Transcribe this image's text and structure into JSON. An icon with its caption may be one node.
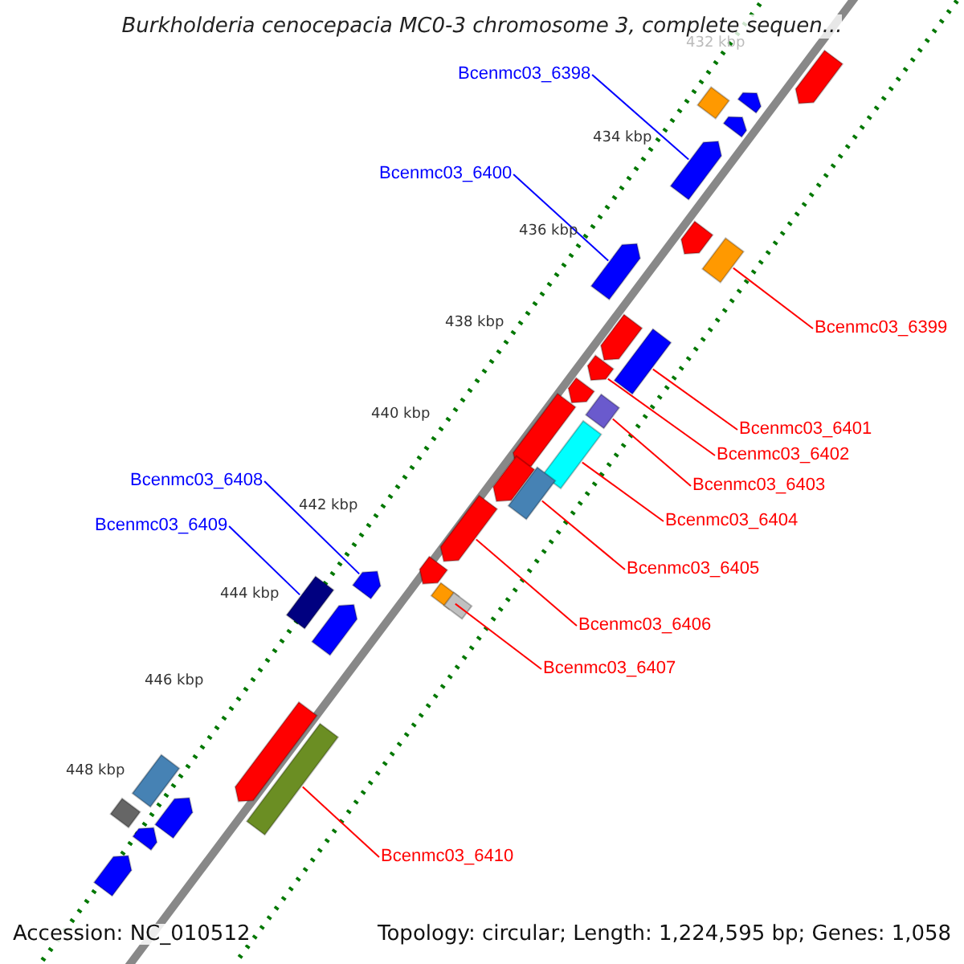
{
  "diagram": {
    "title": "Burkholderia cenocepacia MC0-3 chromosome 3, complete sequen...",
    "nodes": [
      {
        "text": [
          "Bcenmc03_6398"
        ]
      },
      {
        "text": [
          "Bcenmc03_6400"
        ]
      },
      {
        "text": [
          "Bcenmc03_6399"
        ]
      },
      {
        "text": [
          "Bcenmc03_6401"
        ]
      },
      {
        "text": [
          "Bcenmc03_6402"
        ]
      },
      {
        "text": [
          "Bcenmc03_6403"
        ]
      },
      {
        "text": [
          "Bcenmc03_6404"
        ]
      },
      {
        "text": [
          "Bcenmc03_6405"
        ]
      },
      {
        "text": [
          "Bcenmc03_6406"
        ]
      },
      {
        "text": [
          "Bcenmc03_6407"
        ]
      },
      {
        "text": [
          "Bcenmc03_6408"
        ]
      },
      {
        "text": [
          "Bcenmc03_6409"
        ]
      },
      {
        "text": [
          "Bcenmc03_6410"
        ]
      },
      {
        "text": [],
        "shape": "bar"
      },
      {
        "text": [],
        "shape": "bar"
      },
      {
        "text": [],
        "shape": "bar"
      },
      {
        "text": [],
        "shape": "bar"
      },
      {
        "text": [],
        "shape": "bar"
      },
      {
        "text": [],
        "shape": "bar"
      },
      {
        "text": [],
        "shape": "bar"
      },
      {
        "text": [],
        "shape": "bar"
      },
      {
        "text": [],
        "shape": "bar"
      },
      {
        "text": [],
        "shape": "bar"
      },
      {
        "text": [],
        "shape": "bar"
      },
      {
        "text": [],
        "shape": "bar"
      },
      {
        "text": [],
        "shape": "bar"
      },
      {
        "text": [],
        "shape": "bar"
      },
      {
        "text": [],
        "shape": "bar"
      },
      {
        "text": [],
        "shape": "bar"
      },
      {
        "text": [],
        "shape": "bar"
      },
      {
        "text": [],
        "shape": "bar"
      },
      {
        "text": [],
        "shape": "bar"
      },
      {
        "text": [],
        "shape": "bar"
      },
      {
        "text": [],
        "shape": "bar"
      },
      {
        "text": [],
        "shape": "bar"
      },
      {
        "text": [],
        "shape": "bar"
      },
      {
        "text": [],
        "shape": "bar"
      },
      {
        "text": [],
        "shape": "bar"
      },
      {
        "text": [],
        "shape": "bar"
      },
      {
        "text": [],
        "shape": "bar"
      },
      {
        "text": [],
        "shape": "bar"
      },
      {
        "text": [],
        "shape": "bar"
      },
      {
        "text": [],
        "shape": "bar"
      },
      {
        "text": [],
        "shape": "bar"
      }
    ],
    "edges": [
      {
        "from": 0,
        "to": 17,
        "arrow": "none",
        "color": "#0000ff"
      },
      {
        "from": 1,
        "to": 20,
        "arrow": "none",
        "color": "#0000ff"
      },
      {
        "from": 2,
        "to": 19,
        "arrow": "none"
      },
      {
        "from": 3,
        "to": 22,
        "arrow": "none"
      },
      {
        "from": 4,
        "to": 23,
        "arrow": "none"
      },
      {
        "from": 5,
        "to": 26,
        "arrow": "none"
      },
      {
        "from": 6,
        "to": 27,
        "arrow": "none"
      },
      {
        "from": 7,
        "to": 29,
        "arrow": "none"
      },
      {
        "from": 8,
        "to": 30,
        "arrow": "none"
      },
      {
        "from": 9,
        "to": 32,
        "arrow": "none"
      },
      {
        "from": 10,
        "to": 34,
        "arrow": "none",
        "color": "#0000ff"
      },
      {
        "from": 11,
        "to": 35,
        "arrow": "none",
        "color": "#0000ff"
      },
      {
        "from": 12,
        "to": 38,
        "arrow": "none"
      }
    ],
    "labels": [
      "432 kbp",
      "434 kbp",
      "436 kbp",
      "438 kbp",
      "440 kbp",
      "442 kbp",
      "444 kbp",
      "446 kbp",
      "448 kbp",
      "Accession: NC_010512",
      "Topology: circular; Length: 1,224,595 bp; Genes: 1,058"
    ]
  }
}
